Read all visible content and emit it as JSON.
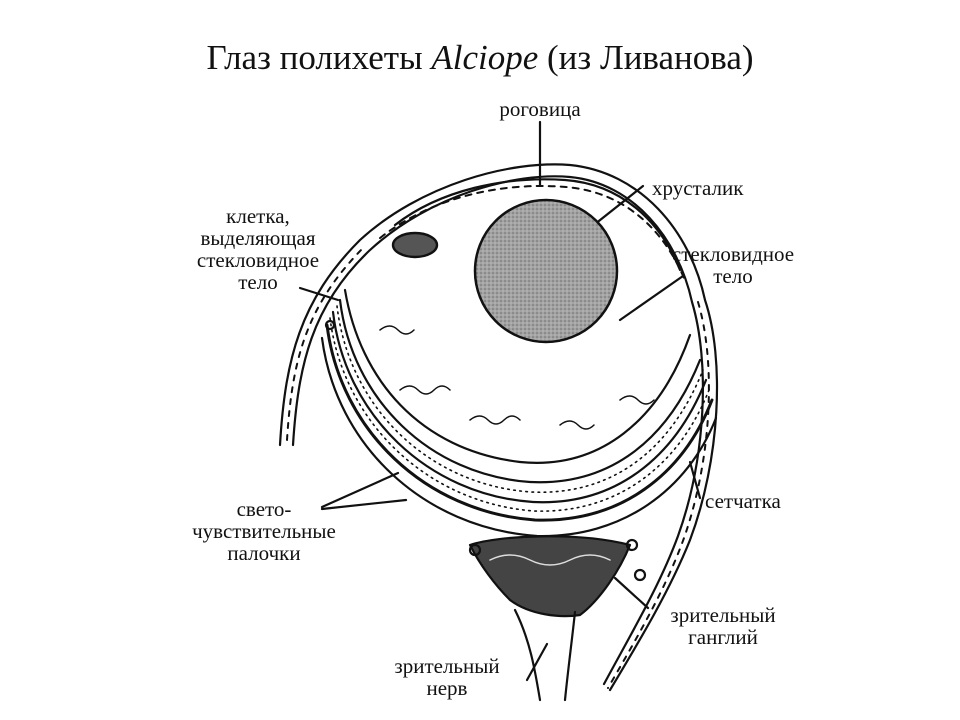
{
  "title": {
    "prefix": "Глаз полихеты",
    "genus": "Alciope",
    "suffix": "(из Ливанова)"
  },
  "labels": {
    "cornea": "роговица",
    "lens": "хрусталик",
    "vitreous_body": [
      "стекловидное",
      "тело"
    ],
    "secreting_cell": [
      "клетка,",
      "выделяющая",
      "стекловидное",
      "тело"
    ],
    "retina": "сетчатка",
    "rods": [
      "свето-",
      "чувствительные",
      "палочки"
    ],
    "optic_ganglion": [
      "зрительный",
      "ганглий"
    ],
    "optic_nerve": [
      "зрительный",
      "нерв"
    ]
  },
  "colors": {
    "ink": "#111111",
    "lens_fill": "#9a9a9a",
    "background": "#ffffff"
  }
}
